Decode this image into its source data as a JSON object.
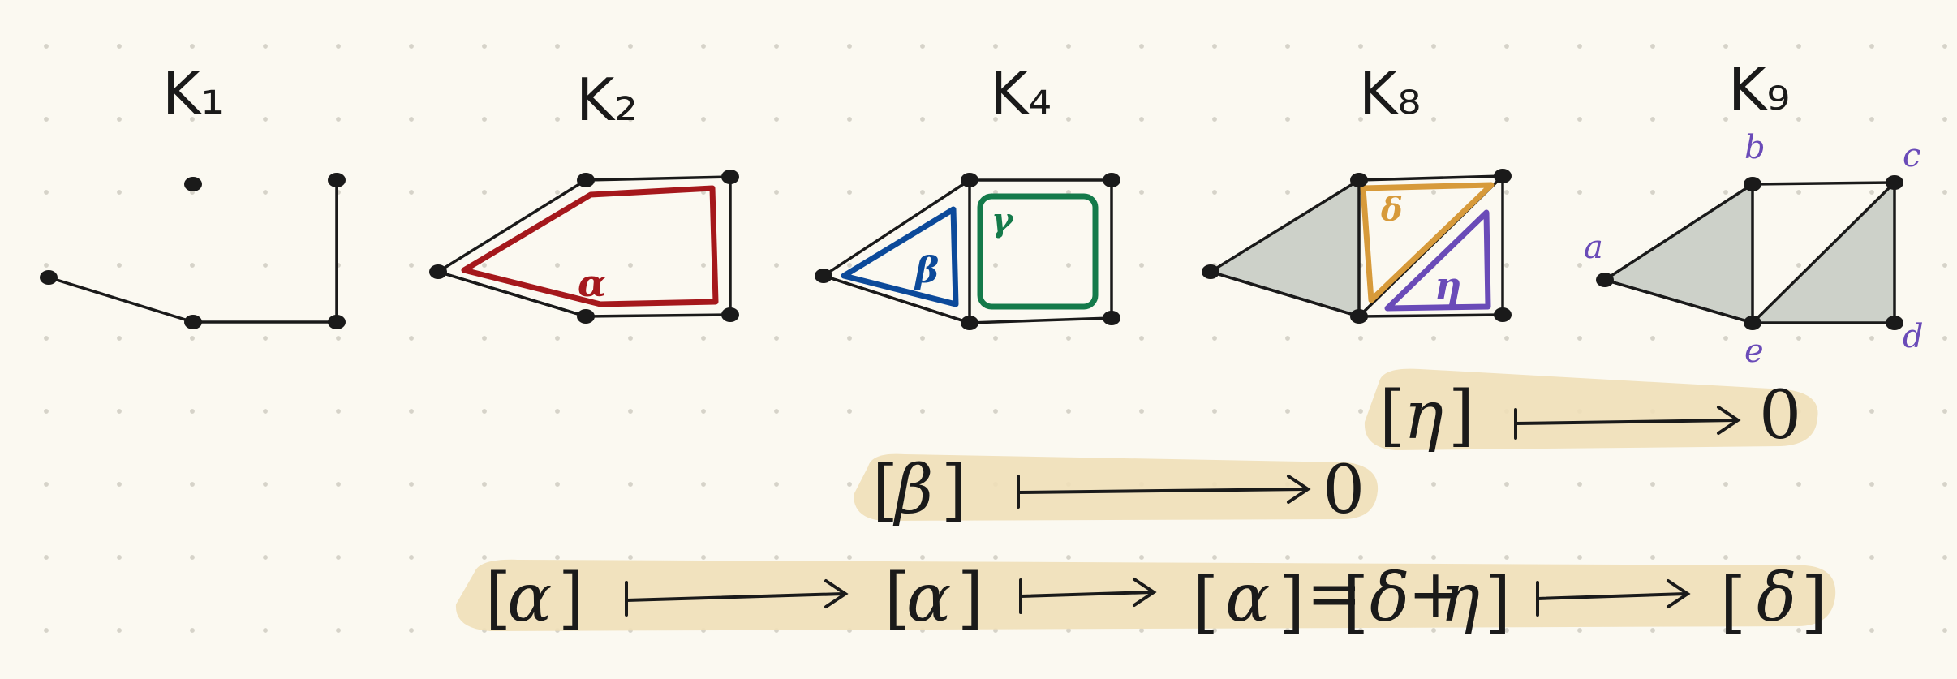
{
  "complexes": [
    {
      "title": "K₁"
    },
    {
      "title": "K₂",
      "cycle_label": "α"
    },
    {
      "title": "K₄",
      "cycle_labels": [
        "β",
        "γ"
      ]
    },
    {
      "title": "K₈",
      "cycle_labels": [
        "δ",
        "η"
      ]
    },
    {
      "title": "K₉",
      "vertex_labels": [
        "a",
        "b",
        "c",
        "d",
        "e"
      ]
    }
  ],
  "maps": {
    "row1": {
      "source": "η",
      "target": "0"
    },
    "row2": {
      "source": "β",
      "target": "0"
    },
    "row3": {
      "s1": "α",
      "s2": "α",
      "s3_left": "α",
      "equals": "=",
      "s3_right_a": "δ",
      "plus": "+",
      "s3_right_b": "η",
      "s4": "δ"
    }
  },
  "colors": {
    "alpha": "#a5181c",
    "beta": "#0c4a9a",
    "gamma": "#147a4a",
    "delta": "#d79a3a",
    "eta": "#6a4bb8",
    "vertex_labels": "#6a4bb8",
    "highlight": "#f0dfb8"
  }
}
